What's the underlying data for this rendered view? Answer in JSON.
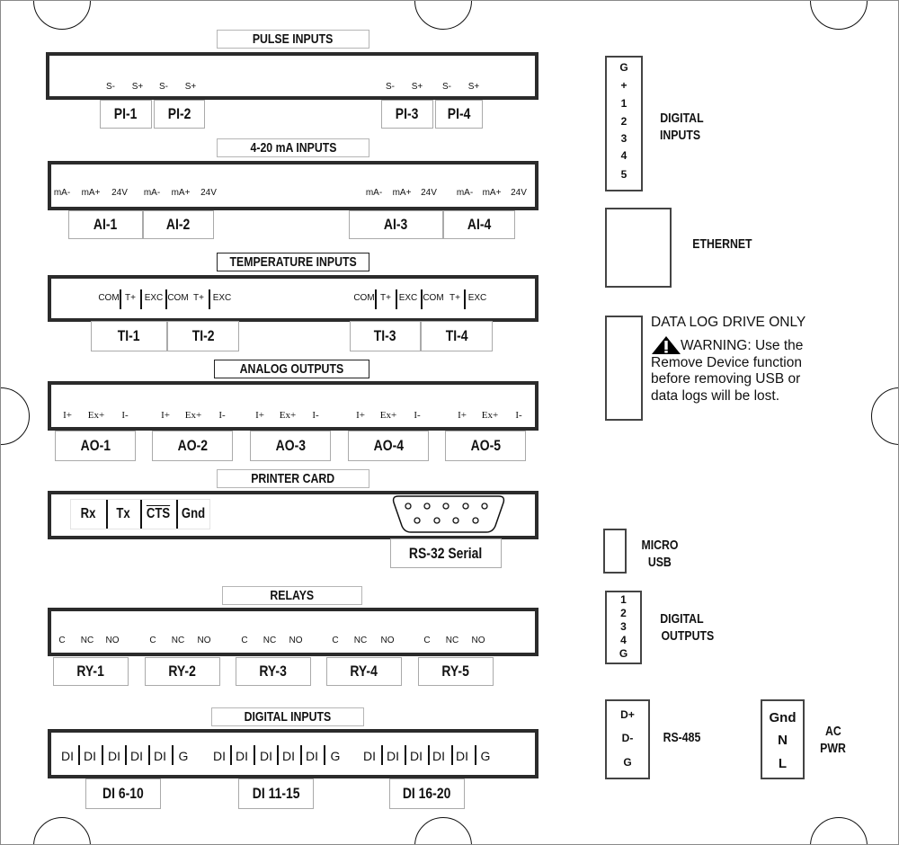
{
  "pulse_inputs": {
    "title": "PULSE INPUTS",
    "terminals": [
      "S-",
      "S+",
      "S-",
      "S+",
      "S-",
      "S+",
      "S-",
      "S+"
    ],
    "channels": [
      "PI-1",
      "PI-2",
      "PI-3",
      "PI-4"
    ]
  },
  "ma_inputs": {
    "title": "4-20 mA INPUTS",
    "terminals": [
      "mA-",
      "mA+",
      "24V",
      "mA-",
      "mA+",
      "24V",
      "mA-",
      "mA+",
      "24V",
      "mA-",
      "mA+",
      "24V"
    ],
    "channels": [
      "AI-1",
      "AI-2",
      "AI-3",
      "AI-4"
    ]
  },
  "temperature_inputs": {
    "title": "TEMPERATURE INPUTS",
    "terminals": [
      "COM",
      "T+",
      "EXC",
      "COM",
      "T+",
      "EXC",
      "COM",
      "T+",
      "EXC",
      "COM",
      "T+",
      "EXC"
    ],
    "channels": [
      "TI-1",
      "TI-2",
      "TI-3",
      "TI-4"
    ]
  },
  "analog_outputs": {
    "title": "ANALOG OUTPUTS",
    "terminals": [
      "I+",
      "Ex+",
      "I-",
      "I+",
      "Ex+",
      "I-",
      "I+",
      "Ex+",
      "I-",
      "I+",
      "Ex+",
      "I-",
      "I+",
      "Ex+",
      "I-"
    ],
    "channels": [
      "AO-1",
      "AO-2",
      "AO-3",
      "AO-4",
      "AO-5"
    ]
  },
  "printer_card": {
    "title": "PRINTER CARD",
    "terminals": [
      "Rx",
      "Tx",
      "CTS",
      "Gnd"
    ],
    "connector_label": "RS-32 Serial"
  },
  "relays": {
    "title": "RELAYS",
    "terminals": [
      "C",
      "NC",
      "NO",
      "C",
      "NC",
      "NO",
      "C",
      "NC",
      "NO",
      "C",
      "NC",
      "NO",
      "C",
      "NC",
      "NO"
    ],
    "channels": [
      "RY-1",
      "RY-2",
      "RY-3",
      "RY-4",
      "RY-5"
    ]
  },
  "digital_inputs": {
    "title": "DIGITAL INPUTS",
    "terminals": [
      "DI",
      "DI",
      "DI",
      "DI",
      "DI",
      "G",
      "DI",
      "DI",
      "DI",
      "DI",
      "DI",
      "G",
      "DI",
      "DI",
      "DI",
      "DI",
      "DI",
      "G"
    ],
    "channels": [
      "DI 6-10",
      "DI 11-15",
      "DI 16-20"
    ]
  },
  "right_panel": {
    "digital_inputs": {
      "pins": [
        "G",
        "+",
        "1",
        "2",
        "3",
        "4",
        "5"
      ],
      "label": [
        "DIGITAL",
        "INPUTS"
      ]
    },
    "ethernet": {
      "label": "ETHERNET"
    },
    "data_log": {
      "title": "DATA LOG DRIVE ONLY",
      "warning_icon": "warning-triangle",
      "lines": [
        "WARNING: Use the",
        "Remove Device function",
        "before removing USB or",
        "data logs will be lost."
      ]
    },
    "micro_usb": {
      "label": [
        "MICRO",
        "USB"
      ]
    },
    "digital_outputs": {
      "pins": [
        "1",
        "2",
        "3",
        "4",
        "G"
      ],
      "label": [
        "DIGITAL",
        "OUTPUTS"
      ]
    },
    "rs485": {
      "pins": [
        "D+",
        "D-",
        "G"
      ],
      "label": "RS-485"
    },
    "ac_power": {
      "pins": [
        "Gnd",
        "N",
        "L"
      ],
      "label": [
        "AC",
        "PWR"
      ]
    }
  }
}
